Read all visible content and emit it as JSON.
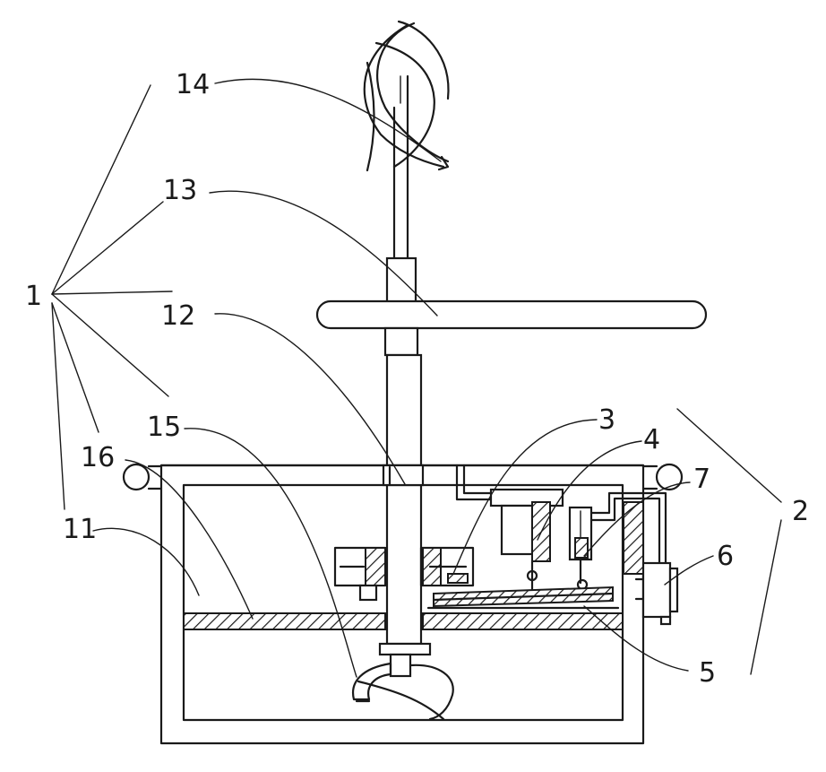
{
  "labels": {
    "l1": "1",
    "l2": "2",
    "l3": "3",
    "l4": "4",
    "l5": "5",
    "l6": "6",
    "l7": "7",
    "l11": "11",
    "l12": "12",
    "l13": "13",
    "l14": "14",
    "l15": "15",
    "l16": "16"
  }
}
